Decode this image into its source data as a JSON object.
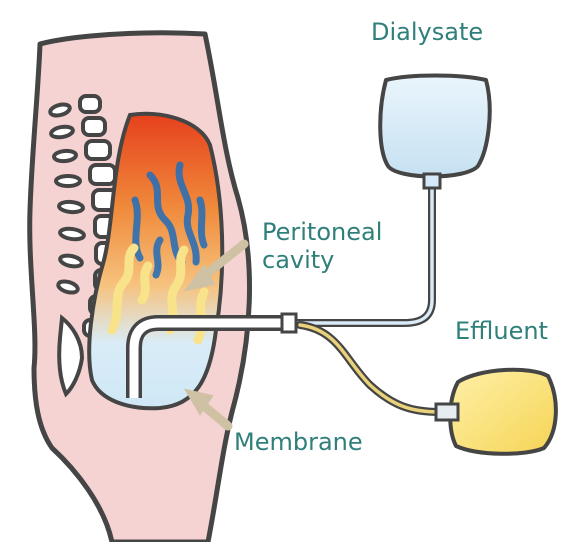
{
  "labels": {
    "dialysate": "Dialysate",
    "peritoneal_line1": "Peritoneal",
    "peritoneal_line2": "cavity",
    "effluent": "Effluent",
    "membrane": "Membrane"
  },
  "colors": {
    "label_text": "#2f7f7a",
    "body_fill": "#f6d3d3",
    "outline": "#454545",
    "dialysate_bag": "#d6e9f6",
    "effluent_bag": "#f9df72",
    "arrow": "#cfc1a3"
  }
}
